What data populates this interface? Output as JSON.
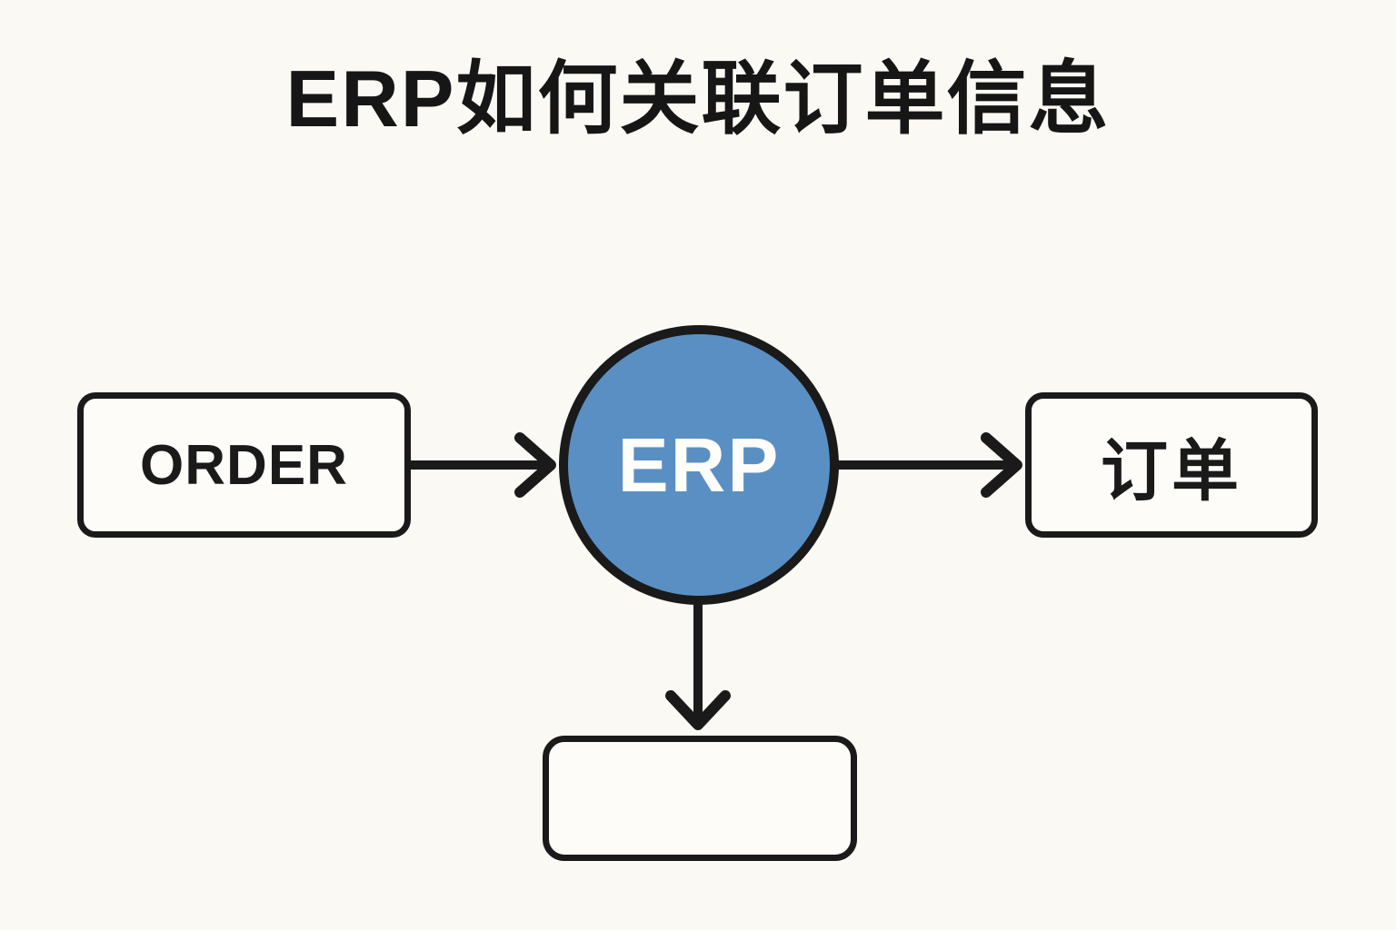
{
  "page": {
    "background_color": "#fbf9f3",
    "line_color": "#1a1a1a"
  },
  "title": {
    "text": "ERP如何关联订单信息"
  },
  "diagram": {
    "nodes": [
      {
        "id": "order",
        "shape": "rounded-rect",
        "label": "ORDER",
        "fill": "#fdfcf8",
        "text_color": "#1a1a1a"
      },
      {
        "id": "erp",
        "shape": "circle",
        "label": "ERP",
        "fill": "#5a8fc4",
        "text_color": "#ffffff"
      },
      {
        "id": "dingdan",
        "shape": "rounded-rect",
        "label": "订单",
        "fill": "#fdfcf8",
        "text_color": "#1a1a1a"
      },
      {
        "id": "empty",
        "shape": "rounded-rect",
        "label": "",
        "fill": "#fdfcf8",
        "text_color": "#1a1a1a"
      }
    ],
    "edges": [
      {
        "from": "order",
        "to": "erp",
        "style": "arrow-right"
      },
      {
        "from": "erp",
        "to": "dingdan",
        "style": "arrow-right"
      },
      {
        "from": "erp",
        "to": "empty",
        "style": "arrow-down"
      }
    ]
  }
}
